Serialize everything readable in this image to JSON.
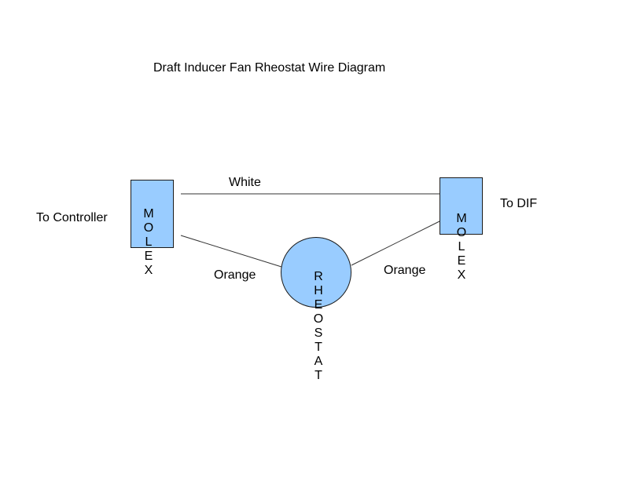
{
  "diagram": {
    "title": "Draft Inducer Fan Rheostat Wire Diagram",
    "left_connector": {
      "letters": [
        "M",
        "O",
        "L",
        "E",
        "X"
      ],
      "label": "To Controller"
    },
    "right_connector": {
      "letters": [
        "M",
        "O",
        "L",
        "E",
        "X"
      ],
      "label": "To DIF"
    },
    "rheostat": {
      "letters": [
        "R",
        "H",
        "E",
        "O",
        "S",
        "T",
        "A",
        "T"
      ]
    },
    "wires": {
      "top": "White",
      "left": "Orange",
      "right": "Orange"
    },
    "colors": {
      "component_fill": "#99ccff",
      "outline": "#1a1a1a",
      "wire": "#333333"
    }
  }
}
